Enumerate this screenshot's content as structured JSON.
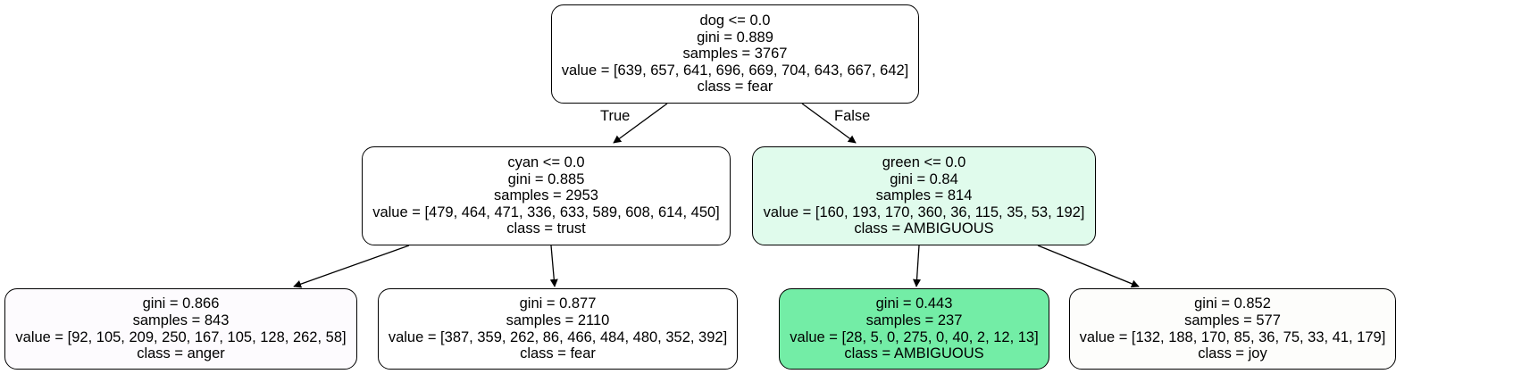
{
  "tree": {
    "root": {
      "lines": [
        "dog <= 0.0",
        "gini = 0.889",
        "samples = 3767",
        "value = [639, 657, 641, 696, 669, 704, 643, 667, 642]",
        "class = fear"
      ],
      "fill": "#ffffff"
    },
    "edge_true_label": "True",
    "edge_false_label": "False",
    "left": {
      "lines": [
        "cyan <= 0.0",
        "gini = 0.885",
        "samples = 2953",
        "value = [479, 464, 471, 336, 633, 589, 608, 614, 450]",
        "class = trust"
      ],
      "fill": "#ffffff"
    },
    "right": {
      "lines": [
        "green <= 0.0",
        "gini = 0.84",
        "samples = 814",
        "value = [160, 193, 170, 360, 36, 115, 35, 53, 192]",
        "class = AMBIGUOUS"
      ],
      "fill": "#e0fbec"
    },
    "leaf1": {
      "lines": [
        "gini = 0.866",
        "samples = 843",
        "value = [92, 105, 209, 250, 167, 105, 128, 262, 58]",
        "class = anger"
      ],
      "fill": "#fdfbfe"
    },
    "leaf2": {
      "lines": [
        "gini = 0.877",
        "samples = 2110",
        "value = [387, 359, 262, 86, 466, 484, 480, 352, 392]",
        "class = fear"
      ],
      "fill": "#ffffff"
    },
    "leaf3": {
      "lines": [
        "gini = 0.443",
        "samples = 237",
        "value = [28, 5, 0, 275, 0, 40, 2, 12, 13]",
        "class = AMBIGUOUS"
      ],
      "fill": "#73eda6"
    },
    "leaf4": {
      "lines": [
        "gini = 0.852",
        "samples = 577",
        "value = [132, 188, 170, 85, 36, 75, 33, 41, 179]",
        "class = joy"
      ],
      "fill": "#fdfdfb"
    }
  }
}
